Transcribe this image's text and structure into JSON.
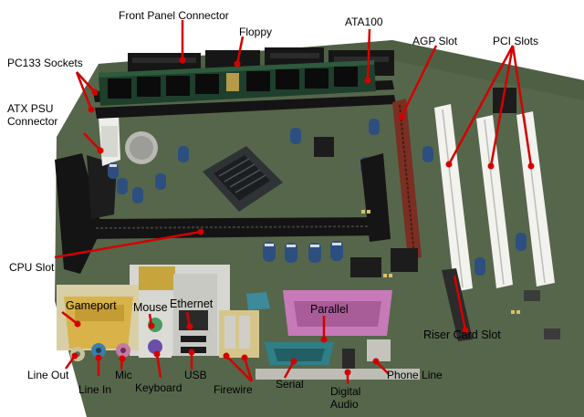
{
  "title": "",
  "colors": {
    "pointer": "#d40000",
    "pcb": "#56664b",
    "slot_white": "#f2f2ee",
    "slot_brown": "#7a2f22",
    "ram_module": "#1e3f2b",
    "gameport": "#d9b34a",
    "parallel": "#c77ab8",
    "serial": "#2f7f87"
  },
  "labels": {
    "front_panel": "Front Panel Connector",
    "floppy": "Floppy",
    "ata100": "ATA100",
    "agp_slot": "AGP Slot",
    "pci_slots": "PCI Slots",
    "pc133": "PC133 Sockets",
    "atx_psu": "ATX PSU\nConnector",
    "cpu_slot": "CPU Slot",
    "gameport": "Gameport",
    "mouse": "Mouse",
    "ethernet": "Ethernet",
    "parallel": "Parallel",
    "riser": "Riser Card Slot",
    "line_out": "Line Out",
    "line_in": "Line In",
    "mic": "Mic",
    "keyboard": "Keyboard",
    "usb": "USB",
    "firewire": "Firewire",
    "serial": "Serial",
    "digital_audio": "Digital\nAudio",
    "phone_line": "Phone Line"
  }
}
